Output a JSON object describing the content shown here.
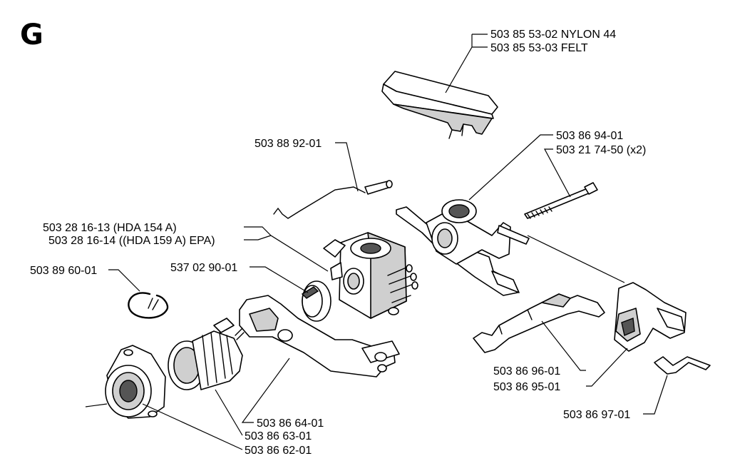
{
  "section_letter": "G",
  "parts": [
    {
      "name": "air-filter",
      "label": "503 85 53-02 NYLON 44"
    },
    {
      "name": "air-filter-felt",
      "label": "503 85 53-03 FELT"
    },
    {
      "name": "throttle-rod",
      "label": "503 88 92-01"
    },
    {
      "name": "carburetor-hda154",
      "label": "503 28 16-13 (HDA 154 A)"
    },
    {
      "name": "carburetor-hda159",
      "label": "503 28 16-14 ((HDA 159 A) EPA)"
    },
    {
      "name": "circlip",
      "label": "503 89 60-01"
    },
    {
      "name": "hose-clamp",
      "label": "537 02 90-01"
    },
    {
      "name": "carburetor-holder",
      "label": "503 86 94-01"
    },
    {
      "name": "bolt",
      "label": "503 21 74-50 (x2)"
    },
    {
      "name": "lever",
      "label": "503 86 96-01"
    },
    {
      "name": "bracket",
      "label": "503 86 95-01"
    },
    {
      "name": "spring-clip",
      "label": "503 86 97-01"
    },
    {
      "name": "intake-manifold",
      "label": "503 86 64-01"
    },
    {
      "name": "intake-rubber",
      "label": "503 86 63-01"
    },
    {
      "name": "flange",
      "label": "503 86 62-01"
    }
  ]
}
